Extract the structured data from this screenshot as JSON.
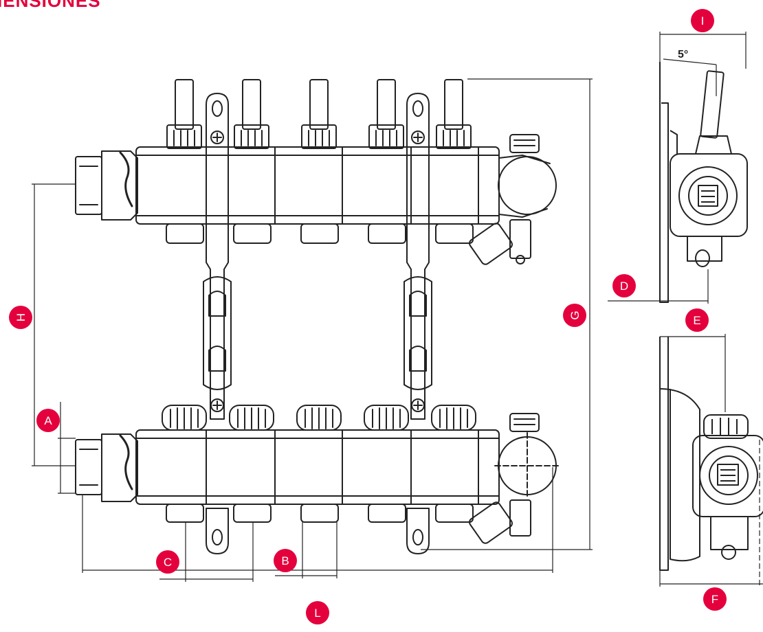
{
  "header": {
    "title": "IENSIONES"
  },
  "colors": {
    "accent": "#e4003c",
    "line": "#222222"
  },
  "labels": {
    "A": "A",
    "B": "B",
    "C": "C",
    "D": "D",
    "E": "E",
    "F": "F",
    "G": "G",
    "H": "H",
    "I": "I",
    "L": "L"
  },
  "angle_label": "5°"
}
